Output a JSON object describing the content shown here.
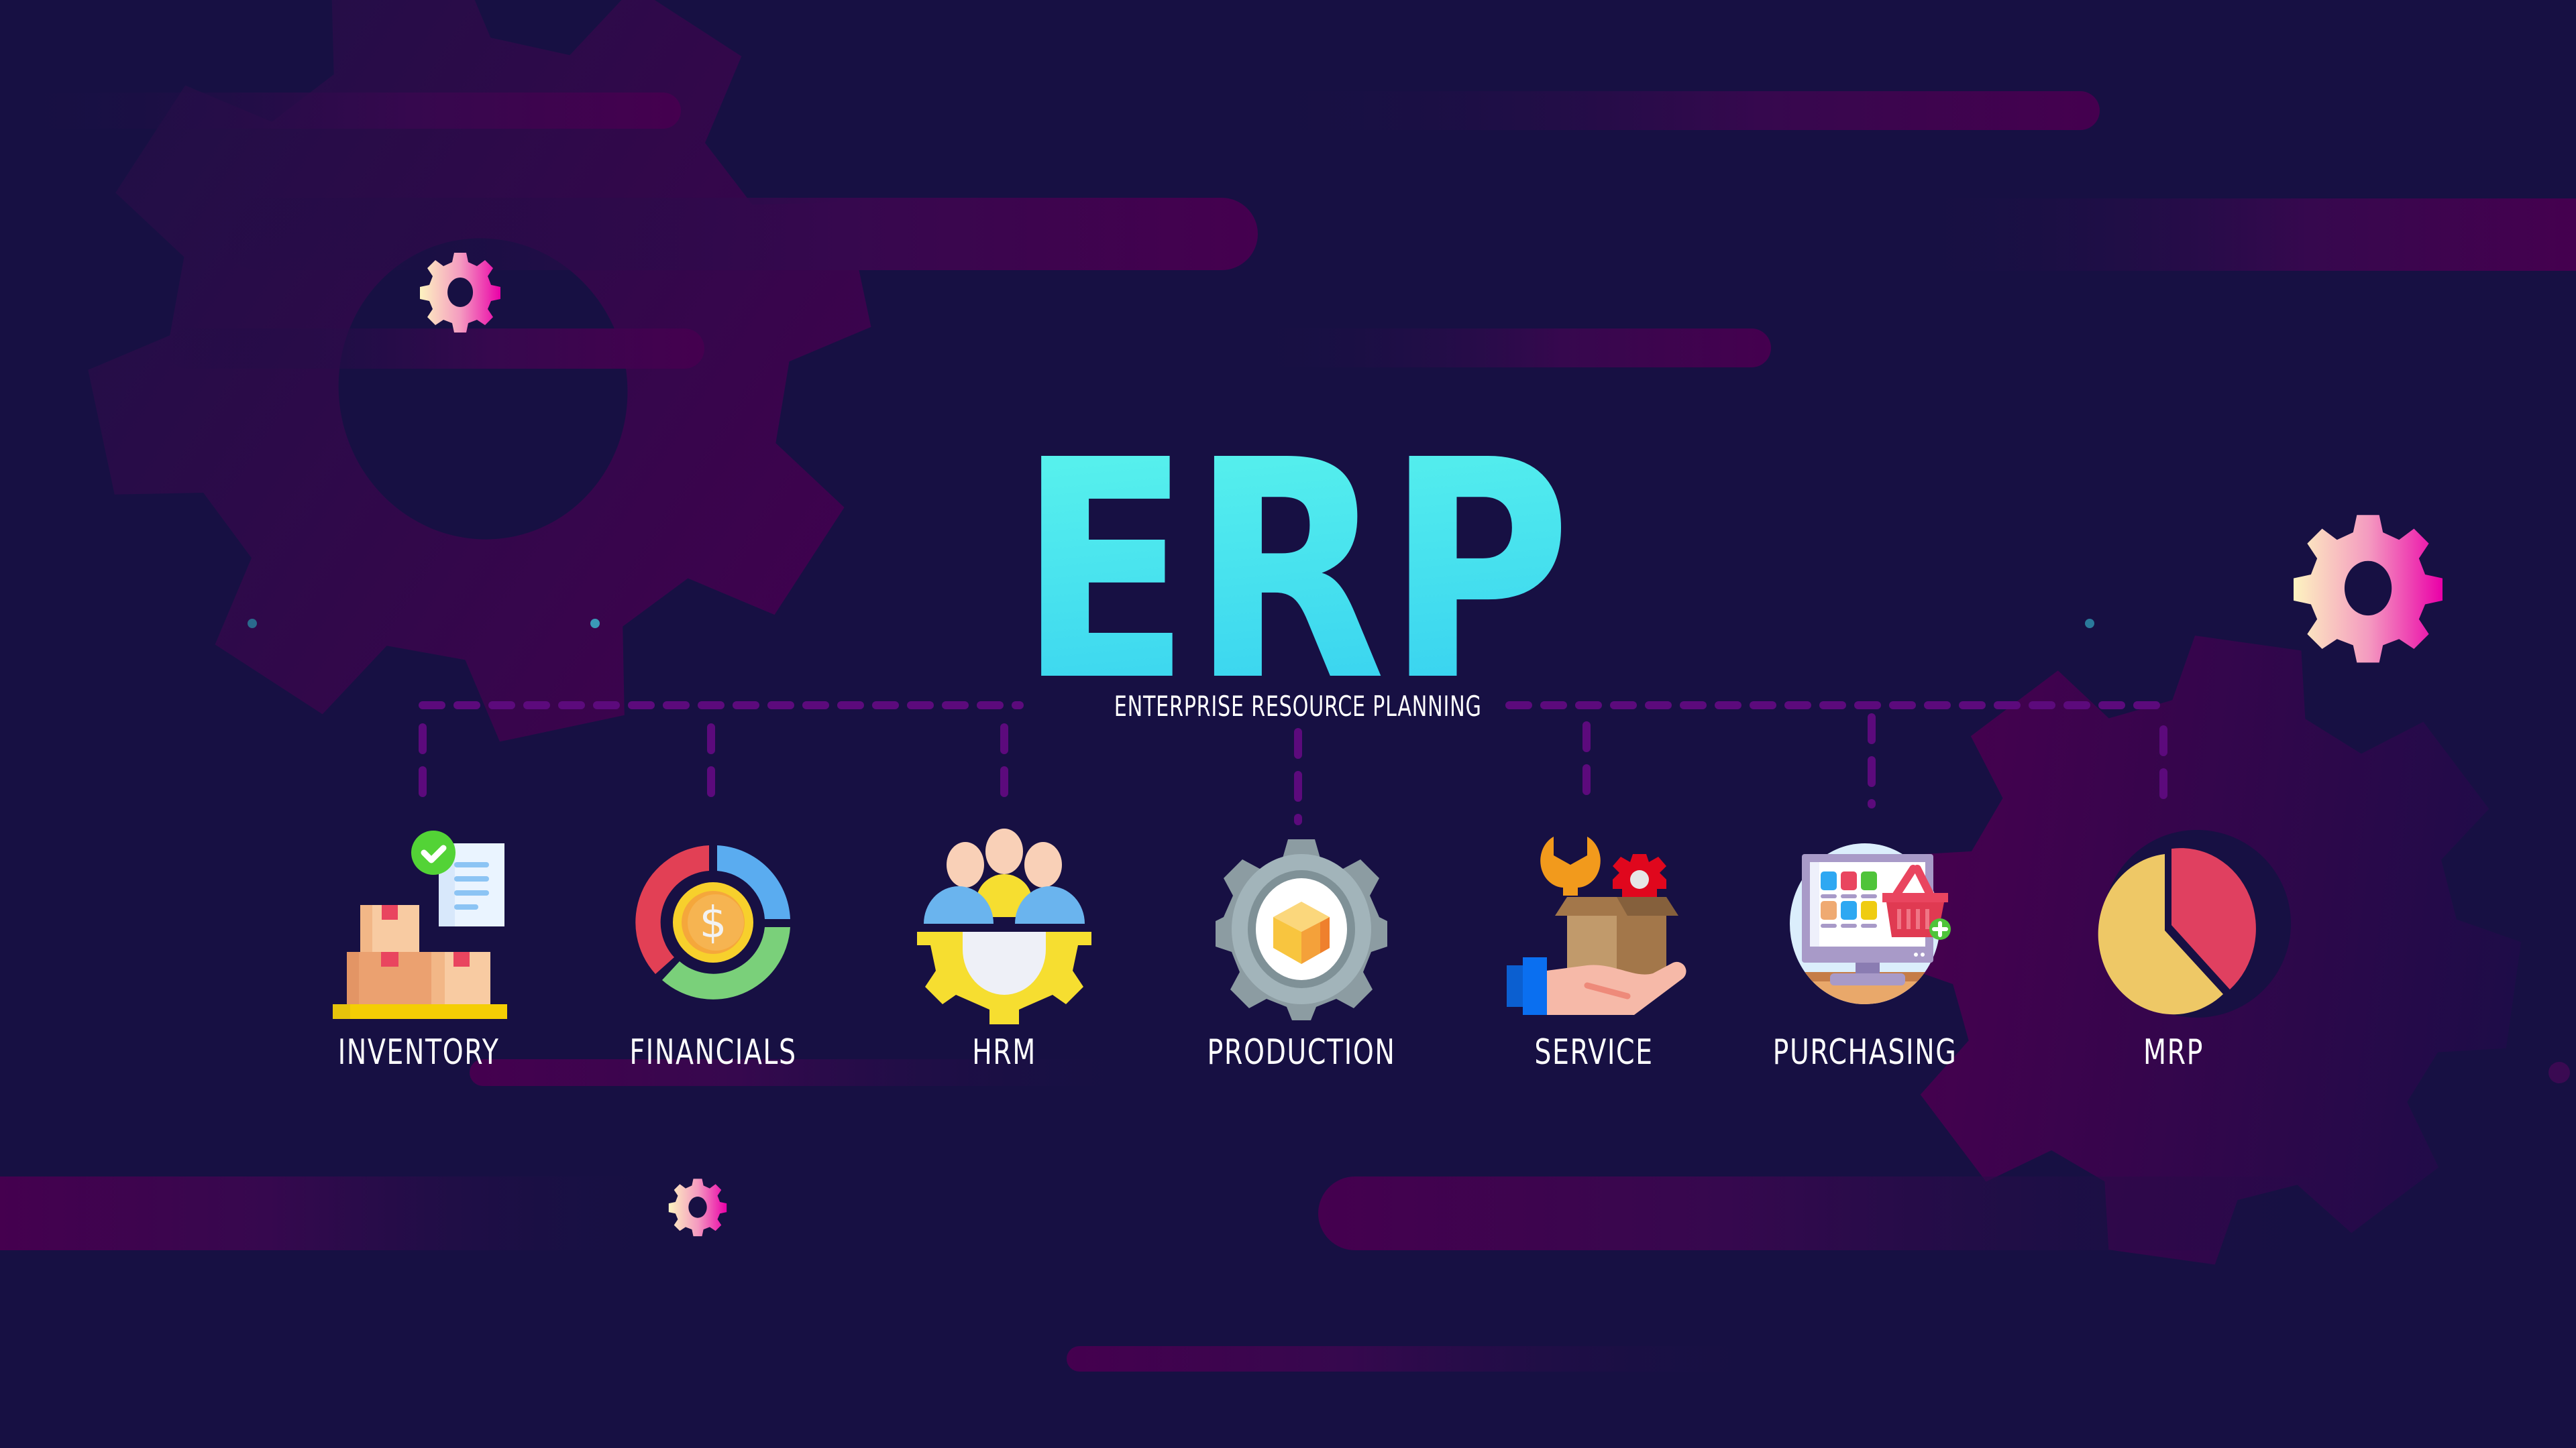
{
  "header": {
    "title": "ERP",
    "subtitle": "ENTERPRISE RESOURCE PLANNING"
  },
  "modules": [
    {
      "label": "INVENTORY",
      "icon": "inventory-boxes-checklist-icon"
    },
    {
      "label": "FINANCIALS",
      "icon": "financials-coin-donut-icon"
    },
    {
      "label": "HRM",
      "icon": "hrm-people-gear-icon"
    },
    {
      "label": "PRODUCTION",
      "icon": "production-gear-cube-icon"
    },
    {
      "label": "SERVICE",
      "icon": "service-hand-box-tools-icon"
    },
    {
      "label": "PURCHASING",
      "icon": "purchasing-monitor-basket-icon"
    },
    {
      "label": "MRP",
      "icon": "mrp-pie-chart-icon"
    }
  ],
  "colors": {
    "background": "#171043",
    "accent_purple": "#43004f",
    "connector": "#5c0a7c",
    "title_gradient_top": "#5ef8ec",
    "title_gradient_bottom": "#36d0f0",
    "gear_gradient_left": "#fdf3c0",
    "gear_gradient_right": "#ea00a8",
    "dot": "#2a7a9a"
  }
}
